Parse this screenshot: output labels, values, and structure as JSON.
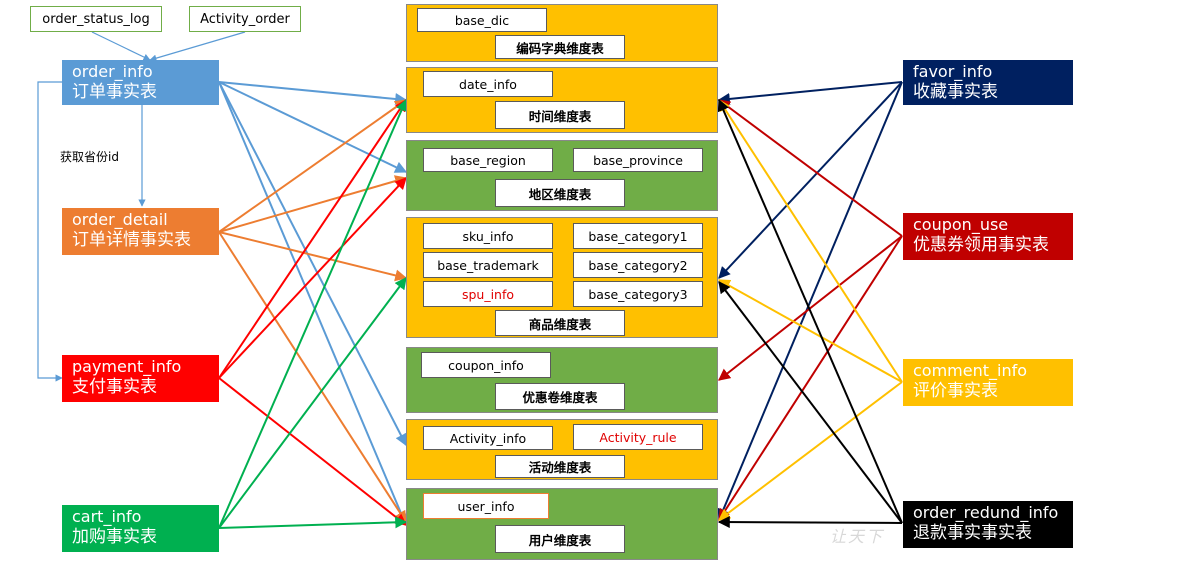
{
  "top_sources": [
    {
      "id": "order_status_log",
      "label": "order_status_log"
    },
    {
      "id": "activity_order",
      "label": "Activity_order"
    }
  ],
  "left_facts": [
    {
      "id": "order_info",
      "en": "order_info",
      "zh": "订单事实表",
      "color": "#5b9bd5"
    },
    {
      "id": "order_detail",
      "en": "order_detail",
      "zh": "订单详情事实表",
      "color": "#ed7d31"
    },
    {
      "id": "payment_info",
      "en": "payment_info",
      "zh": "支付事实表",
      "color": "#ff0000"
    },
    {
      "id": "cart_info",
      "en": "cart_info",
      "zh": "加购事实表",
      "color": "#00b050"
    }
  ],
  "right_facts": [
    {
      "id": "favor_info",
      "en": "favor_info",
      "zh": "收藏事实表",
      "color": "#002060"
    },
    {
      "id": "coupon_use",
      "en": "coupon_use",
      "zh": "优惠券领用事实表",
      "color": "#c00000"
    },
    {
      "id": "comment_info",
      "en": "comment_info",
      "zh": "评价事实表",
      "color": "#ffc000"
    },
    {
      "id": "order_redund_info",
      "en": "order_redund_info",
      "zh": "退款事实事实表",
      "color": "#000000"
    }
  ],
  "note": "获取省份id",
  "dimensions": [
    {
      "id": "dic",
      "title": "编码字典维度表",
      "tags": [
        {
          "label": "base_dic"
        }
      ]
    },
    {
      "id": "date",
      "title": "时间维度表",
      "tags": [
        {
          "label": "date_info"
        }
      ]
    },
    {
      "id": "region",
      "title": "地区维度表",
      "tags": [
        {
          "label": "base_region"
        },
        {
          "label": "base_province"
        }
      ]
    },
    {
      "id": "product",
      "title": "商品维度表",
      "tags": [
        {
          "label": "sku_info"
        },
        {
          "label": "base_category1"
        },
        {
          "label": "base_trademark"
        },
        {
          "label": "base_category2"
        },
        {
          "label": "spu_info",
          "red": true
        },
        {
          "label": "base_category3"
        }
      ]
    },
    {
      "id": "coupon",
      "title": "优惠卷维度表",
      "tags": [
        {
          "label": "coupon_info"
        }
      ]
    },
    {
      "id": "activity",
      "title": "活动维度表",
      "tags": [
        {
          "label": "Activity_info"
        },
        {
          "label": "Activity_rule",
          "red": true
        }
      ]
    },
    {
      "id": "user",
      "title": "用户维度表",
      "tags": [
        {
          "label": "user_info"
        }
      ]
    }
  ],
  "watermark": "让天下"
}
